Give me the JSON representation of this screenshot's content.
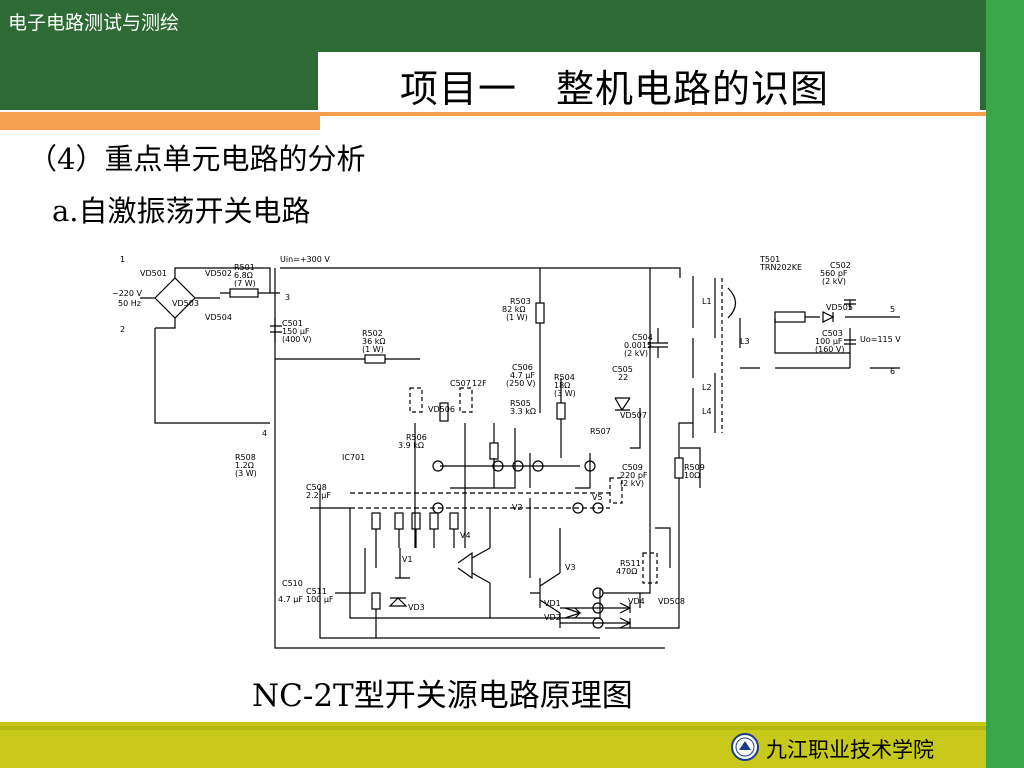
{
  "header": {
    "course_title": "电子电路测试与测绘",
    "slide_title": "项目一　整机电路的识图"
  },
  "content": {
    "heading": "（4）重点单元电路的分析",
    "subheading": "a.自激振荡开关电路",
    "caption": "NC-2T型开关源电路原理图"
  },
  "schematic": {
    "labels": {
      "node1": "1",
      "node2": "2",
      "node3": "3",
      "node4": "4",
      "node5": "5",
      "node6": "6",
      "ac_in": "~220 V",
      "ac_freq": "50 Hz",
      "vd501": "VD501",
      "vd502": "VD502",
      "vd503": "VD503",
      "vd504": "VD504",
      "r501": "R501",
      "r501_val": "6.8Ω",
      "r501_w": "(7 W)",
      "vin": "Uin=+300 V",
      "c501": "C501",
      "c501_val": "150 μF",
      "c501_v": "(400 V)",
      "r502": "R502",
      "r502_val": "36 kΩ",
      "r502_w": "(1 W)",
      "r503": "R503",
      "r503_val": "82 kΩ",
      "r503_w": "(1 W)",
      "t501": "T501",
      "t501_type": "TRN202KE",
      "c502": "C502",
      "c502_val": "560 pF",
      "c502_v": "(2 kV)",
      "c503": "C503",
      "c503_val": "100 μF",
      "c503_v": "(160 V)",
      "vout": "Uo=115 V",
      "vd505": "VD505",
      "l1": "L1",
      "l2": "L2",
      "l3": "L3",
      "l4": "L4",
      "c504": "C504",
      "c504_val": "0.0015",
      "c504_v": "(2 kV)",
      "c505": "C505",
      "c505_val": "22",
      "c506": "C506",
      "c506_val": "4.7 μF",
      "c506_v": "(250 V)",
      "c507": "C507",
      "c507_val": "12F",
      "r504": "R504",
      "r504_val": "18Ω",
      "r504_w": "(3 W)",
      "r505": "R505",
      "r505_val": "3.3 kΩ",
      "r506": "R506",
      "r506_val": "3.9 kΩ",
      "vd506": "VD506",
      "vd507": "VD507",
      "r507": "R507",
      "ic": "IC701",
      "r508": "R508",
      "r508_val": "1.2Ω",
      "r508_w": "(3 W)",
      "c508": "C508",
      "c508_val": "2.2 μF",
      "c509": "C509",
      "c509_val": "220 pF",
      "c509_v": "(2 kV)",
      "r509": "R509",
      "r509_val": "10Ω",
      "r511": "R511",
      "r511_val": "470Ω",
      "c510": "C510",
      "c510_val": "4.7 μF",
      "c511": "C511",
      "c511_val": "100 μF",
      "v1": "V1",
      "v2": "V2",
      "v3": "V3",
      "v4": "V4",
      "v5": "V5",
      "vd1": "VD1",
      "vd2": "VD2",
      "vd3": "VD3",
      "vd4": "VD4",
      "vd508": "VD508"
    }
  },
  "footer": {
    "school_name": "九江职业技术学院"
  },
  "colors": {
    "header_green": "#2e6a33",
    "side_green": "#3aa64a",
    "accent_orange": "#f4a050",
    "footer_yellow": "#c8c81a"
  }
}
